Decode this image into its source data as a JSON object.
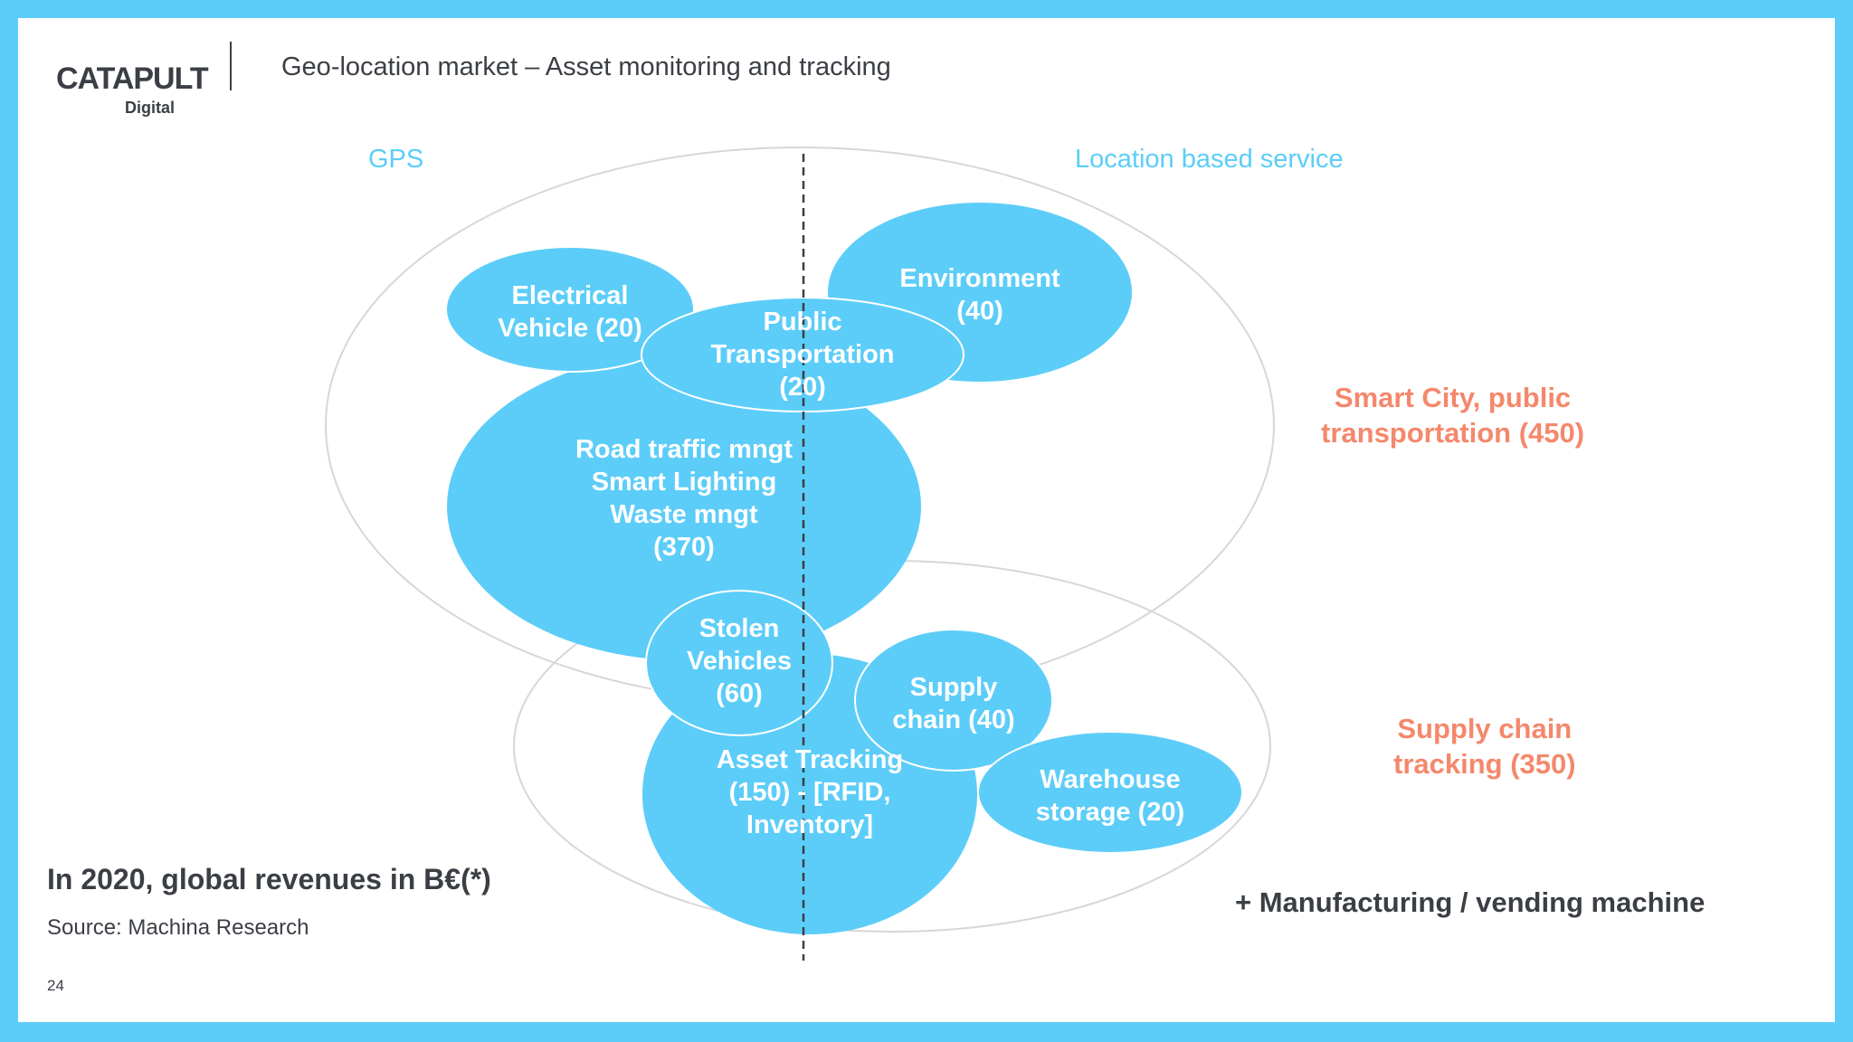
{
  "header": {
    "logo_main": "CATAPULT",
    "logo_sub": "Digital",
    "title": "Geo-location market – Asset monitoring and tracking"
  },
  "diagram": {
    "left_category": "GPS",
    "right_category": "Location based service",
    "groups": [
      {
        "label": "Smart City, public transportation (450)",
        "lines": [
          "Smart City, public",
          "transportation (450)"
        ]
      },
      {
        "label": "Supply chain tracking (350)",
        "lines": [
          "Supply chain",
          "tracking (350)"
        ]
      }
    ],
    "bubbles": [
      {
        "id": "electrical-vehicle",
        "lines": [
          "Electrical",
          "Vehicle (20)"
        ]
      },
      {
        "id": "environment",
        "lines": [
          "Environment",
          "(40)"
        ]
      },
      {
        "id": "public-transportation",
        "lines": [
          "Public",
          "Transportation",
          "(20)"
        ]
      },
      {
        "id": "road-traffic",
        "lines": [
          "Road traffic mngt",
          "Smart Lighting",
          "Waste mngt",
          "(370)"
        ]
      },
      {
        "id": "stolen-vehicles",
        "lines": [
          "Stolen",
          "Vehicles",
          "(60)"
        ]
      },
      {
        "id": "supply-chain",
        "lines": [
          "Supply",
          "chain (40)"
        ]
      },
      {
        "id": "asset-tracking",
        "lines": [
          "Asset Tracking",
          "(150) - [RFID,",
          "Inventory]"
        ]
      },
      {
        "id": "warehouse-storage",
        "lines": [
          "Warehouse",
          "storage (20)"
        ]
      }
    ]
  },
  "footnote": {
    "title": "In 2020, global revenues in B€(*)",
    "source": "Source: Machina Research"
  },
  "extra": "+ Manufacturing / vending machine",
  "page_number": "24",
  "colors": {
    "frame": "#5ccdf8",
    "bubble": "#5ccdf8",
    "accent": "#f4886c",
    "text_dark": "#3b3f45",
    "outline": "#d7d7d7"
  }
}
